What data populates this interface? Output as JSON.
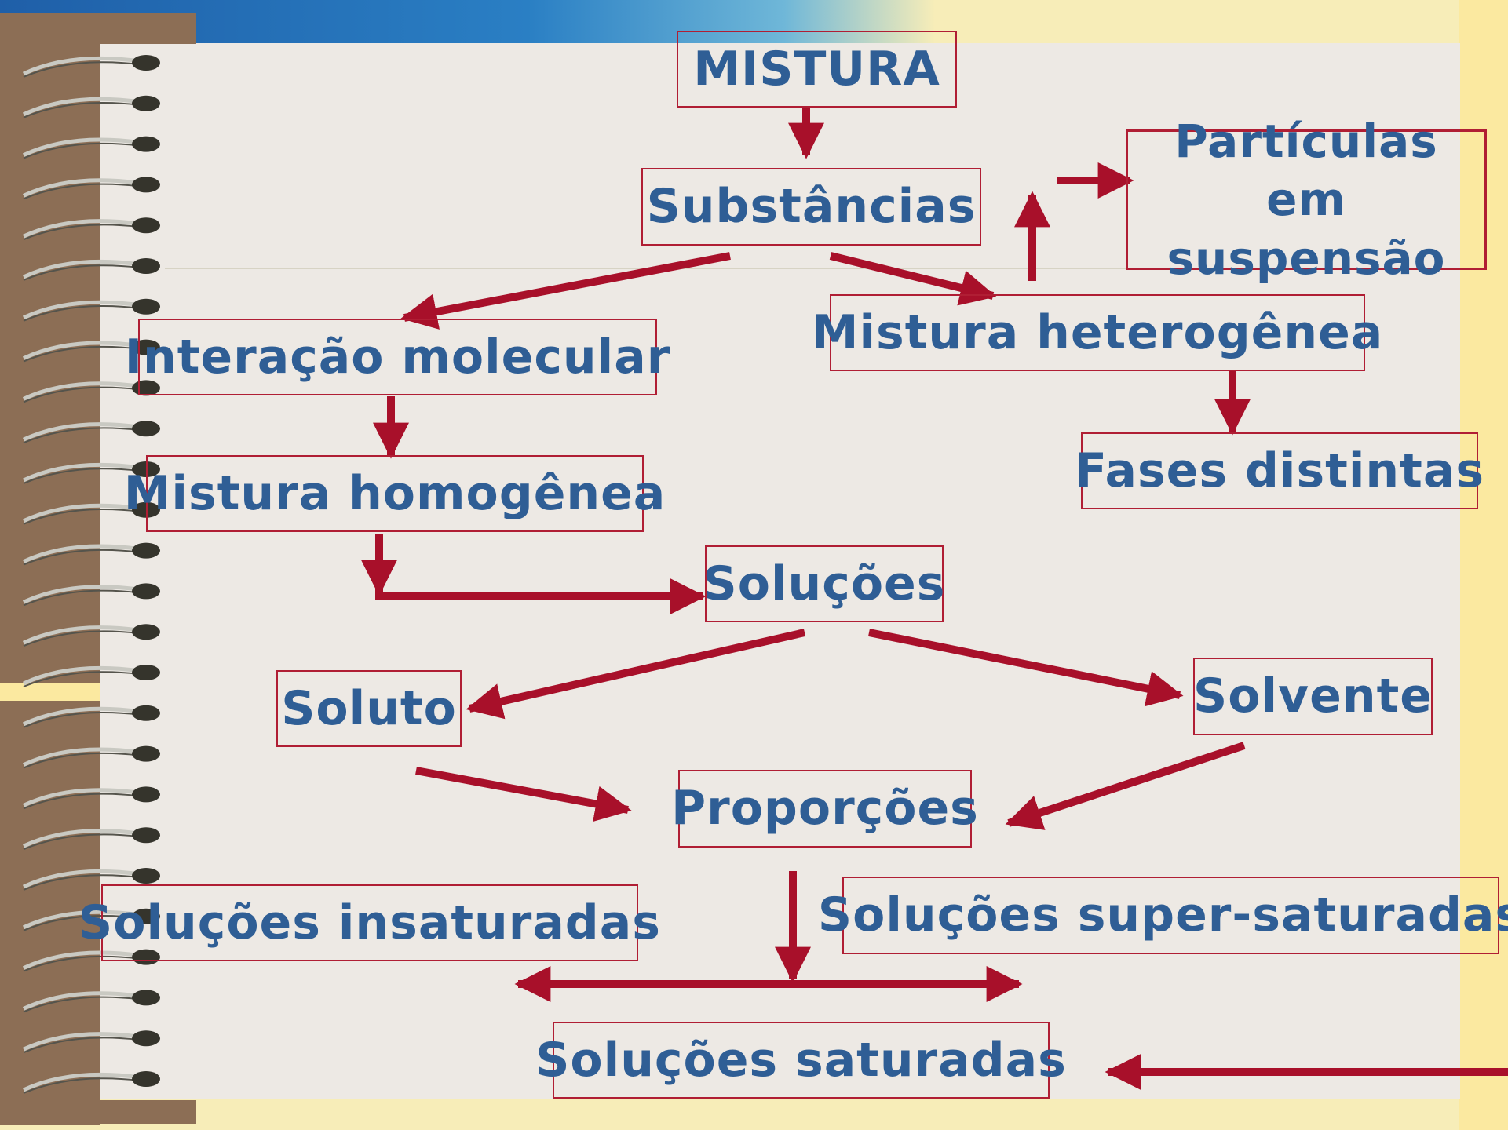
{
  "diagram": {
    "nodes": {
      "mistura": "MISTURA",
      "substancias": "Substâncias",
      "particulas": "Partículas\nem suspensão",
      "interacao_molecular": "Interação molecular",
      "mistura_heterogenea": "Mistura heterogênea",
      "mistura_homogenea": "Mistura homogênea",
      "fases_distintas": "Fases distintas",
      "solucoes": "Soluções",
      "soluto": "Soluto",
      "solvente": "Solvente",
      "proporcoes": "Proporções",
      "solucoes_insaturadas": "Soluções insaturadas",
      "solucoes_super_saturadas": "Soluções super-saturadas",
      "solucoes_saturadas": "Soluções saturadas"
    },
    "edges": [
      {
        "from": "mistura",
        "to": "substancias"
      },
      {
        "from": "substancias",
        "to": "interacao_molecular"
      },
      {
        "from": "substancias",
        "to": "mistura_heterogenea"
      },
      {
        "from": "mistura_heterogenea",
        "to": "particulas"
      },
      {
        "from": "mistura_heterogenea",
        "to": "fases_distintas"
      },
      {
        "from": "interacao_molecular",
        "to": "mistura_homogenea"
      },
      {
        "from": "mistura_homogenea",
        "to": "solucoes"
      },
      {
        "from": "solucoes",
        "to": "soluto"
      },
      {
        "from": "solucoes",
        "to": "solvente"
      },
      {
        "from": "soluto",
        "to": "proporcoes"
      },
      {
        "from": "solvente",
        "to": "proporcoes"
      },
      {
        "from": "proporcoes",
        "to": "solucoes_insaturadas"
      },
      {
        "from": "proporcoes",
        "to": "solucoes_super_saturadas"
      }
    ],
    "colors": {
      "text": "#2f5e95",
      "box_border": "#b01e34",
      "arrow": "#a8102a",
      "paper": "#ede9e4",
      "cover": "#8c6e55"
    }
  }
}
